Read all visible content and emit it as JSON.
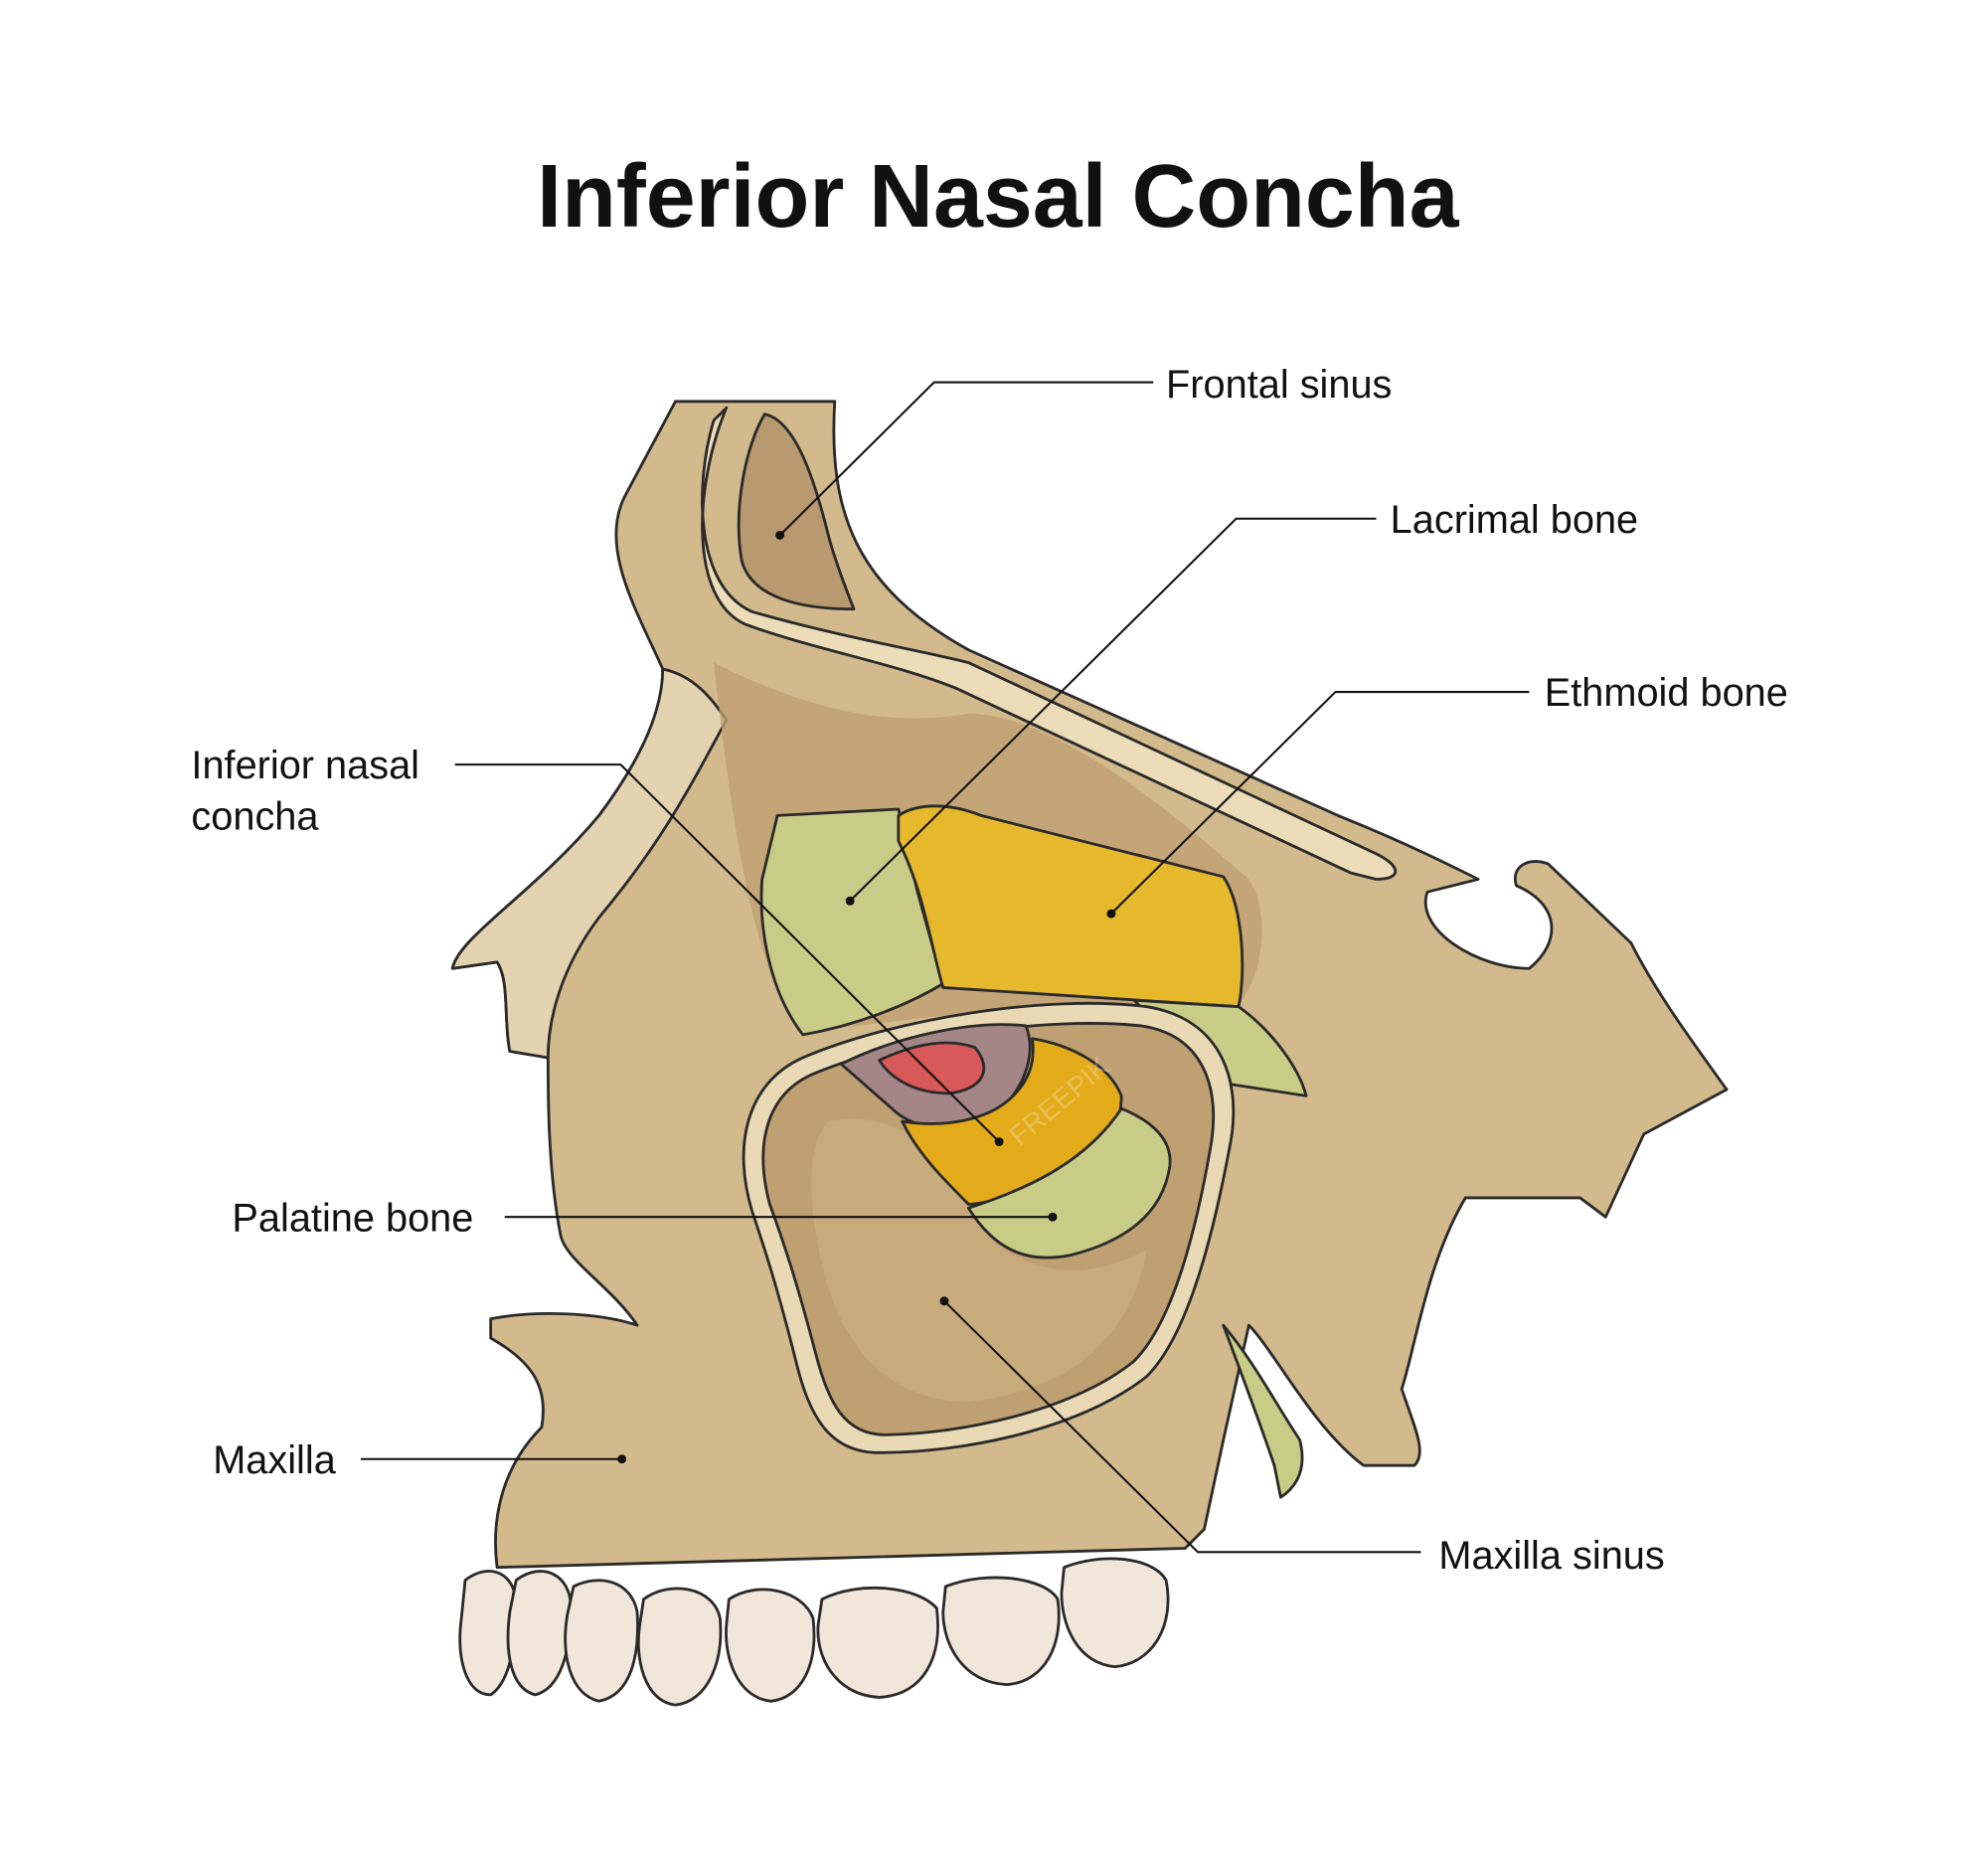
{
  "title": "Inferior Nasal Concha",
  "labels": {
    "frontal_sinus": "Frontal sinus",
    "lacrimal_bone": "Lacrimal bone",
    "ethmoid_bone": "Ethmoid bone",
    "inferior_nasal_concha_line1": "Inferior nasal",
    "inferior_nasal_concha_line2": "concha",
    "palatine_bone": "Palatine bone",
    "maxilla": "Maxilla",
    "maxilla_sinus": "Maxilla sinus"
  },
  "colors": {
    "bone": "#d3ba8d",
    "bone_dark": "#bfa072",
    "bone_light": "#e4d3b0",
    "lacrimal": "#c9cc86",
    "ethmoid": "#e6b92d",
    "concha": "#e3ab1a",
    "red": "#d9585a",
    "purple": "#a48686",
    "teeth": "#f1e6da"
  }
}
